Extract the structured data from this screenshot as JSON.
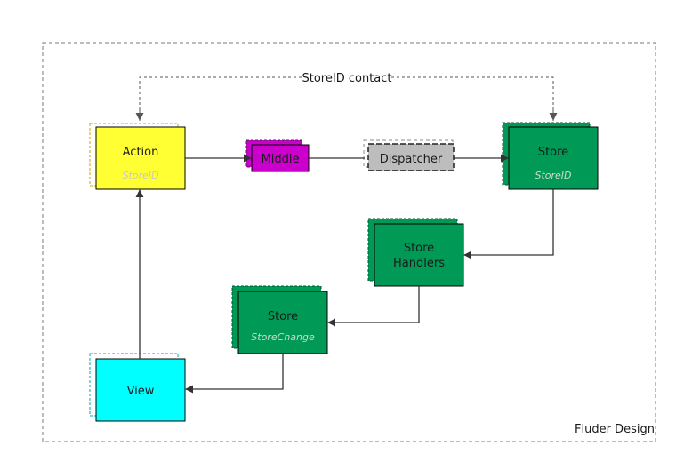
{
  "frame": {
    "caption": "Fluder Design"
  },
  "nodes": {
    "action": {
      "title": "Action",
      "subtitle": "StoreID",
      "fill": "#ffff33",
      "subtitle_color": "#c8c8c8"
    },
    "middle": {
      "title": "Middle",
      "fill": "#cc00cc"
    },
    "dispatcher": {
      "title": "Dispatcher",
      "fill": "#bdbdbd"
    },
    "store": {
      "title": "Store",
      "subtitle": "StoreID",
      "fill": "#009955",
      "subtitle_color": "#cfd8d0"
    },
    "store_handlers": {
      "title_line1": "Store",
      "title_line2": "Handlers",
      "fill": "#009955"
    },
    "store_change": {
      "title": "Store",
      "subtitle": "StoreChange",
      "fill": "#009955",
      "subtitle_color": "#cfd8d0"
    },
    "view": {
      "title": "View",
      "fill": "#00ffff"
    }
  },
  "edges": {
    "storeid_contact": {
      "label": "StoreID contact"
    }
  }
}
